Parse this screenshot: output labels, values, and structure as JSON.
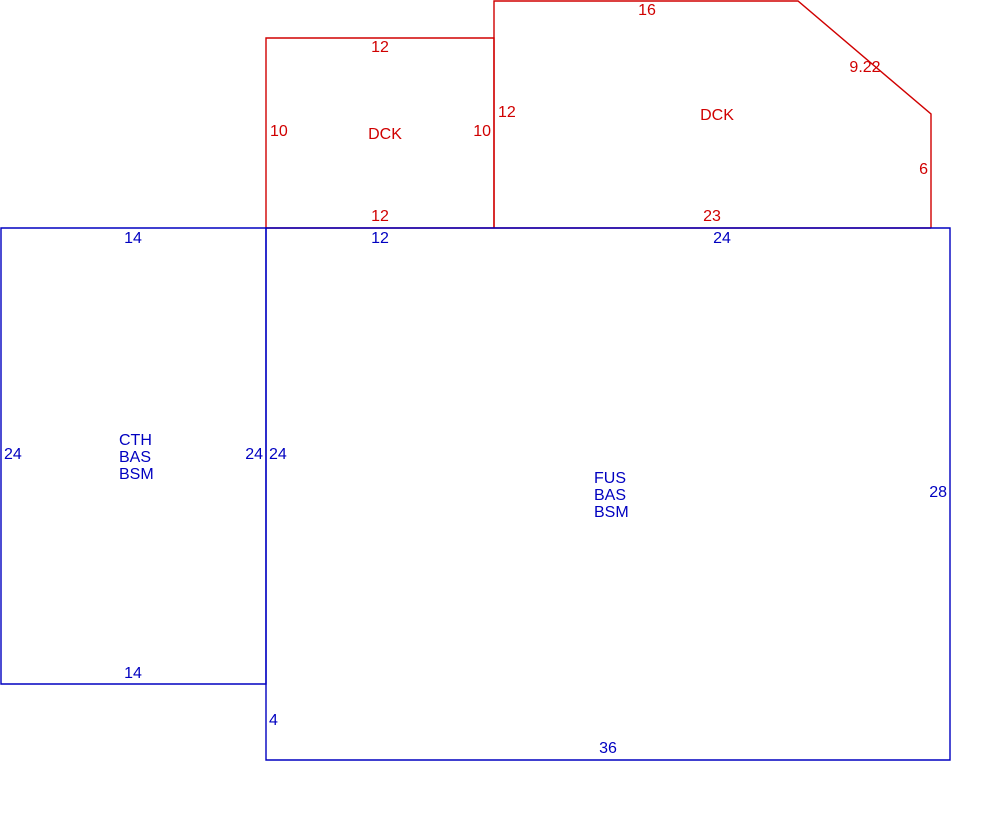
{
  "colors": {
    "deck": "#d00000",
    "living": "#0000c0",
    "background": "#ffffff"
  },
  "areas": {
    "left_deck": {
      "code": "DCK",
      "dims": {
        "top": "12",
        "left": "10",
        "right": "10",
        "bottom": "12"
      }
    },
    "right_deck": {
      "code": "DCK",
      "dims": {
        "top": "16",
        "angle": "9.22",
        "right": "6",
        "bottom": "23",
        "left": "12"
      }
    },
    "left_room": {
      "codes": [
        "CTH",
        "BAS",
        "BSM"
      ],
      "dims": {
        "top": "14",
        "left": "24",
        "right": "24",
        "bottom": "14"
      }
    },
    "main_room": {
      "codes": [
        "FUS",
        "BAS",
        "BSM"
      ],
      "dims": {
        "top_left": "12",
        "top_right": "24",
        "left": "24",
        "right": "28",
        "step": "4",
        "bottom": "36"
      }
    }
  }
}
